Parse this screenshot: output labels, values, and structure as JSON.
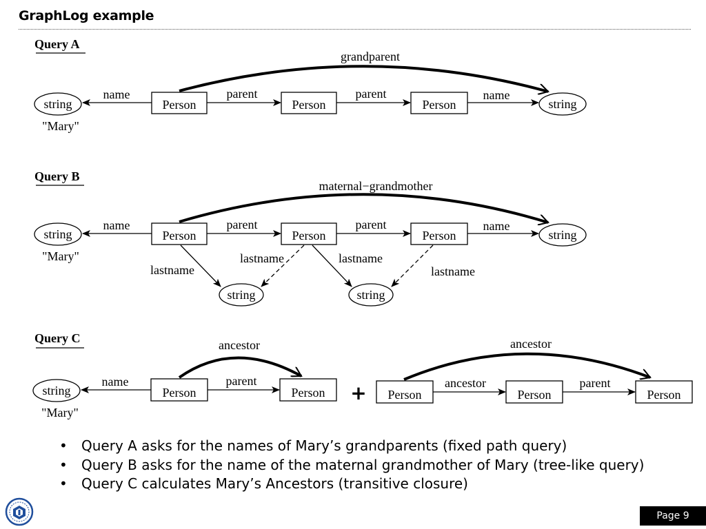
{
  "slide": {
    "title": "GraphLog example",
    "page_label": "Page 9"
  },
  "queries": {
    "a": {
      "heading": "Query A",
      "nodes": {
        "string_left": "string",
        "mary": "\"Mary\"",
        "person1": "Person",
        "person2": "Person",
        "person3": "Person",
        "string_right": "string"
      },
      "edges": {
        "name_left": "name",
        "parent1": "parent",
        "parent2": "parent",
        "name_right": "name",
        "summary": "grandparent"
      }
    },
    "b": {
      "heading": "Query B",
      "nodes": {
        "string_left": "string",
        "mary": "\"Mary\"",
        "person1": "Person",
        "person2": "Person",
        "person3": "Person",
        "string_right": "string",
        "string_low1": "string",
        "string_low2": "string"
      },
      "edges": {
        "name_left": "name",
        "parent1": "parent",
        "parent2": "parent",
        "name_right": "name",
        "lastname1": "lastname",
        "lastname2": "lastname",
        "lastname3": "lastname",
        "lastname4": "lastname",
        "summary": "maternal−grandmother"
      }
    },
    "c": {
      "heading": "Query C",
      "nodes": {
        "string_left": "string",
        "mary": "\"Mary\"",
        "person1": "Person",
        "person2": "Person",
        "person3": "Person",
        "person4": "Person",
        "person5": "Person"
      },
      "edges": {
        "name_left": "name",
        "parent1": "parent",
        "summary1": "ancestor",
        "ancestor_mid": "ancestor",
        "parent2": "parent",
        "summary2": "ancestor"
      },
      "plus": "+"
    }
  },
  "bullets": [
    "Query A asks for the names of Mary’s grandparents (fixed path query)",
    "Query B asks for the name of the maternal grandmother of Mary (tree-like query)",
    "Query C calculates Mary’s Ancestors (transitive closure)"
  ],
  "bullet_symbol": "•",
  "logo": {
    "icon": "university-emblem-icon",
    "color": "#1f4e9c"
  }
}
